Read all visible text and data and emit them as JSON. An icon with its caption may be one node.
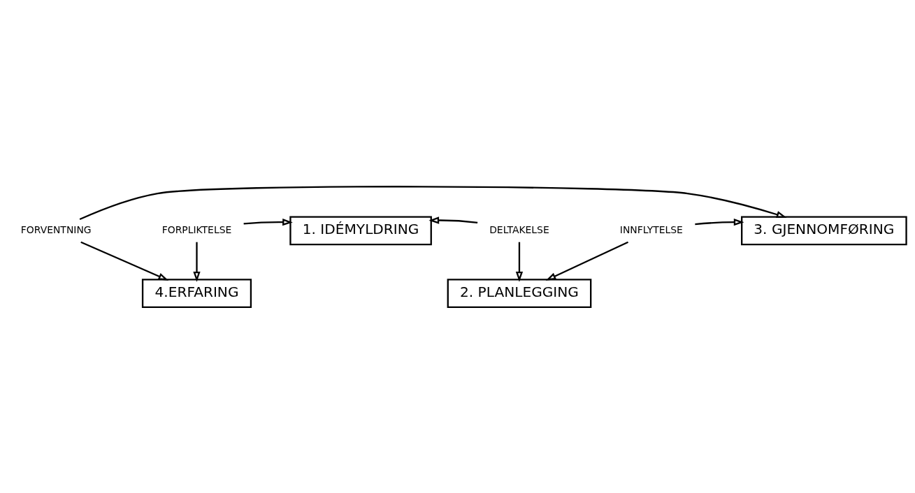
{
  "diagram": {
    "nodes": [
      {
        "text": [
          "1. IDÉMYLDRING"
        ]
      },
      {
        "text": [
          "FORPLIKTELSE"
        ]
      },
      {
        "text": [
          "DELTAKELSE"
        ]
      },
      {
        "text": [
          "4.ERFARING"
        ]
      },
      {
        "text": [
          "2. PLANLEGGING"
        ]
      },
      {
        "text": [
          "FORVENTNING"
        ]
      },
      {
        "text": [
          "INNFLYTELSE"
        ]
      },
      {
        "text": [
          "3. GJENNOMFØRING"
        ]
      }
    ],
    "edges": [
      {
        "from": 1,
        "to": 0,
        "arrow": "to"
      },
      {
        "from": 2,
        "to": 0,
        "arrow": "to"
      },
      {
        "from": 1,
        "to": 3,
        "arrow": "to"
      },
      {
        "from": 2,
        "to": 4,
        "arrow": "to"
      },
      {
        "from": 5,
        "to": 3,
        "arrow": "to"
      },
      {
        "from": 6,
        "to": 4,
        "arrow": "to"
      },
      {
        "from": 5,
        "to": 7,
        "arrow": "to"
      },
      {
        "from": 6,
        "to": 7,
        "arrow": "to"
      }
    ]
  }
}
